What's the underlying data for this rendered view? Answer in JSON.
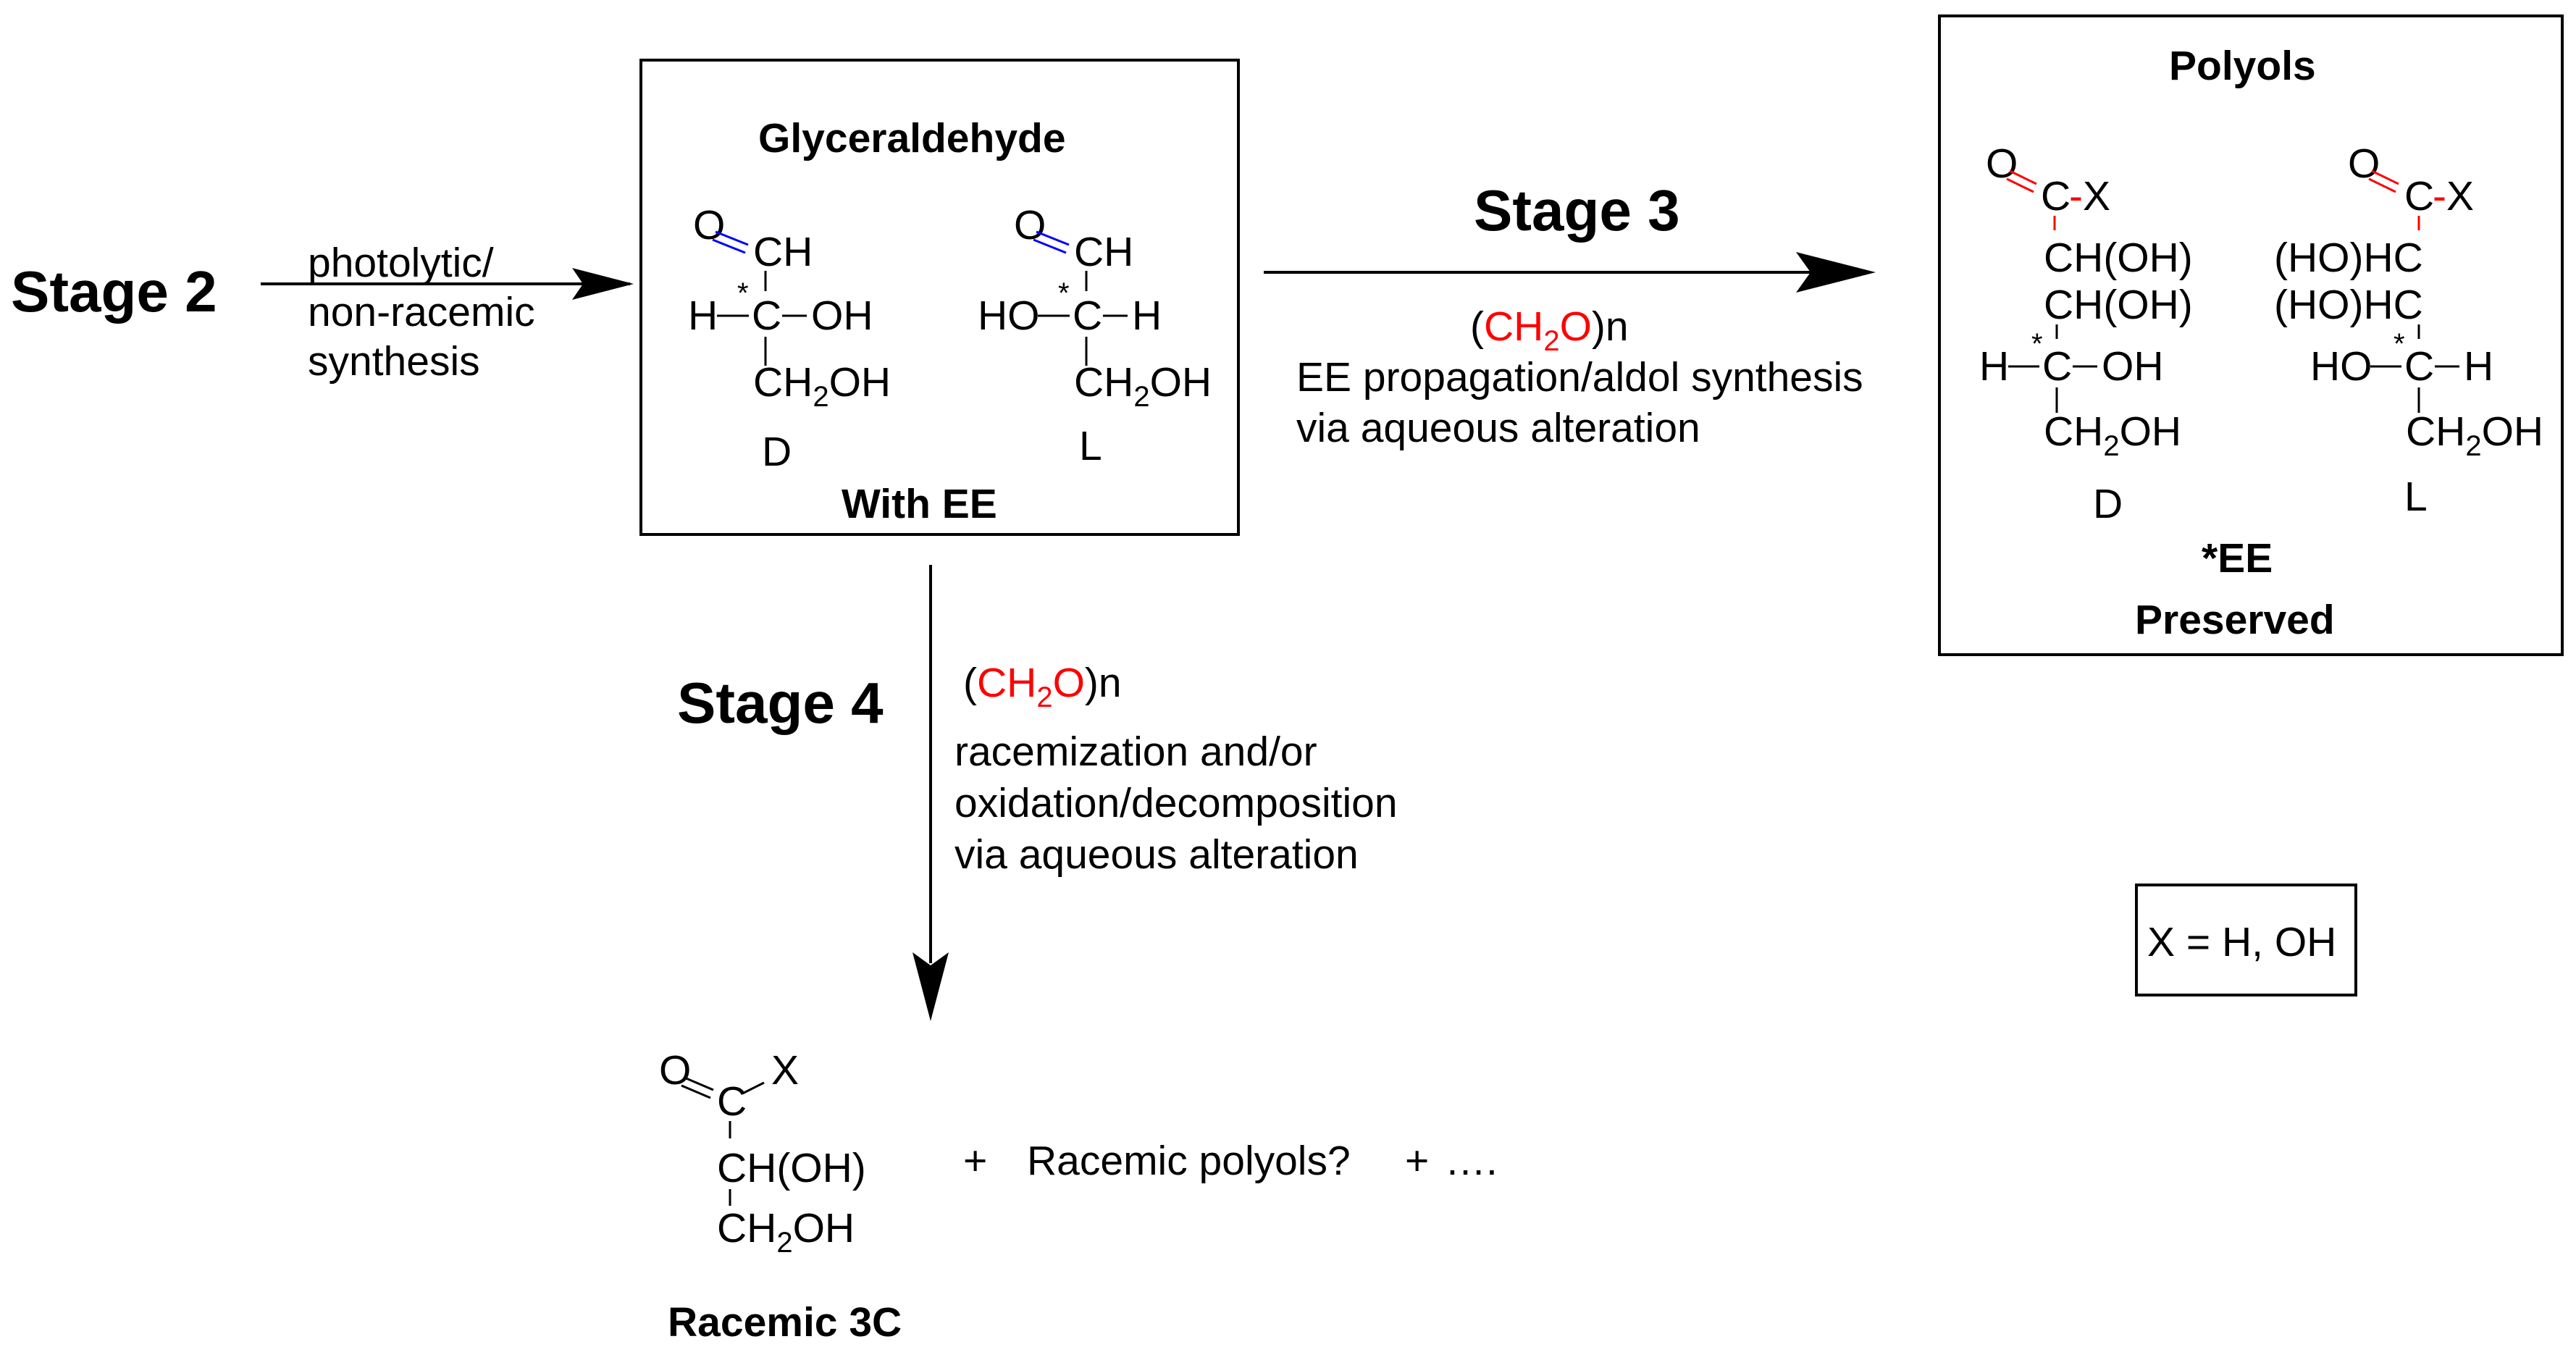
{
  "colors": {
    "black": "#000000",
    "red": "#ff0000",
    "blue": "#0000ff"
  },
  "stage2": {
    "label": "Stage 2",
    "conditions": [
      "photolytic/",
      "non-racemic",
      "synthesis"
    ]
  },
  "glyceraldehyde_box": {
    "title": "Glyceraldehyde",
    "footer": "With EE",
    "d_isomer": {
      "top": {
        "o": "O",
        "ch": "CH"
      },
      "star": "*",
      "left": "H",
      "c": "C",
      "right": "OH",
      "bottom": "CH",
      "bottom_sub": "2",
      "bottom_end": "OH",
      "config": "D"
    },
    "l_isomer": {
      "top": {
        "o": "O",
        "ch": "CH"
      },
      "star": "*",
      "left": "HO",
      "c": "C",
      "right": "H",
      "bottom": "CH",
      "bottom_sub": "2",
      "bottom_end": "OH",
      "config": "L"
    }
  },
  "stage3": {
    "label": "Stage 3",
    "reagent": {
      "open": "(",
      "ch": "CH",
      "sub": "2",
      "o": "O",
      "close": ")n"
    },
    "conditions": [
      "EE propagation/aldol synthesis",
      "via aqueous alteration"
    ]
  },
  "polyols_box": {
    "title": "Polyols",
    "d_isomer": {
      "o": "O",
      "c": "C",
      "dash_x": "-X",
      "row_red": "CH(OH)",
      "row_blue": "CH(OH)",
      "star": "*",
      "left": "H",
      "center": "C",
      "right": "OH",
      "bottom": "CH",
      "bottom_sub": "2",
      "bottom_end": "OH",
      "config": "D"
    },
    "l_isomer": {
      "o": "O",
      "c": "C",
      "dash_x": "-X",
      "row_red": "(HO)HC",
      "row_blue": "(HO)HC",
      "star": "*",
      "left": "HO",
      "center": "C",
      "right": "H",
      "bottom": "CH",
      "bottom_sub": "2",
      "bottom_end": "OH",
      "config": "L"
    },
    "note_line1": "*EE",
    "note_line2": "Preserved"
  },
  "stage4": {
    "label": "Stage 4",
    "reagent": {
      "open": "(",
      "ch": "CH",
      "sub": "2",
      "o": "O",
      "close": ")n"
    },
    "conditions": [
      "racemization and/or",
      "oxidation/decomposition",
      "via aqueous alteration"
    ]
  },
  "racemic_product": {
    "o": "O",
    "c": "C",
    "x": "X",
    "row1": "CH(OH)",
    "row2": "CH",
    "row2_sub": "2",
    "row2_end": "OH",
    "caption": "Racemic 3C",
    "plus1": "+",
    "racemic_polyols": "Racemic polyols?",
    "plus2": "+",
    "ellipsis": "…."
  },
  "legend": {
    "text": "X = H, OH"
  }
}
